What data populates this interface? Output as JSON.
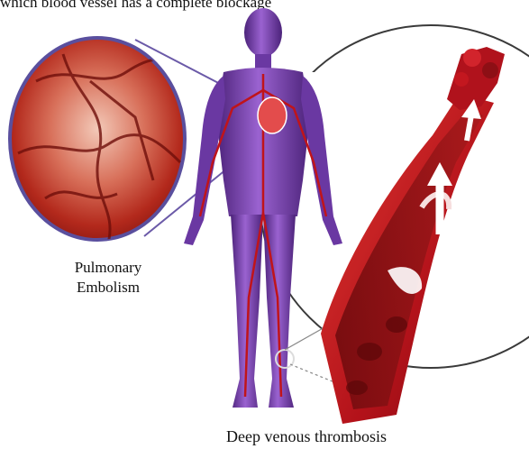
{
  "top_text": "which blood vessel has a complete blockage",
  "labels": {
    "pulmonary_line1": "Pulmonary",
    "pulmonary_line2": "Embolism",
    "dvt": "Deep venous thrombosis"
  },
  "colors": {
    "body_fill": "#7a3fb0",
    "body_dark": "#4c237a",
    "vessel_red": "#c0141a",
    "lung_tissue": "#b8382a",
    "connector_line": "#6b5aa8"
  }
}
